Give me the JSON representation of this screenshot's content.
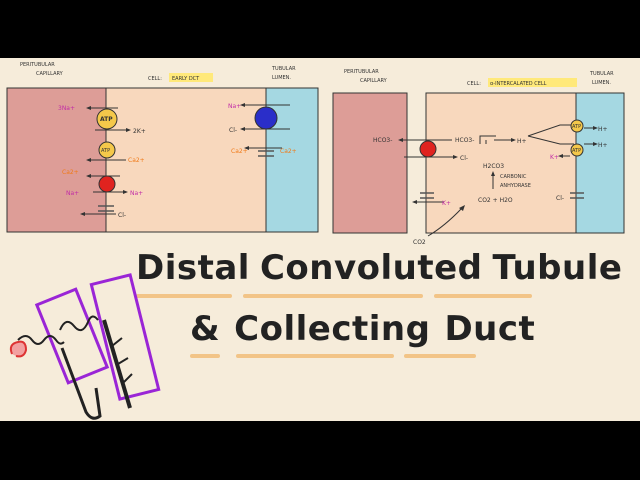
{
  "left_diagram": {
    "capillary_label_1": "PERITUBULAR",
    "capillary_label_2": "CAPILLARY",
    "cell_label_prefix": "CELL:",
    "cell_label_highlight": "EARLY DCT",
    "lumen_label_1": "TUBULAR",
    "lumen_label_2": "LUMEN.",
    "ions": {
      "na3": "3Na+",
      "k2": "2K+",
      "ca_in_left": "Ca2+",
      "ca_in_right": "Ca2+",
      "na_left": "Na+",
      "na_right": "Na+",
      "cl_basal": "Cl-",
      "na_lumen": "Na+",
      "cl_lumen": "Cl-",
      "ca_lumen_left": "Ca2+",
      "ca_lumen_right": "Ca2+"
    },
    "pump_label": "ATP",
    "pump2_label": "ATP"
  },
  "right_diagram": {
    "capillary_label_1": "PERITUBULAR",
    "capillary_label_2": "CAPILLARY",
    "cell_label_prefix": "CELL:",
    "cell_label_highlight": "α-INTERCALATED CELL",
    "lumen_label_1": "TUBULAR",
    "lumen_label_2": "LUMEN.",
    "ions": {
      "hco3_cap": "HCO3-",
      "hco3_cell": "HCO3-",
      "h_cell": "H+",
      "cl_cell": "Cl-",
      "h2co3": "H2CO3",
      "enzyme_1": "CARBONIC",
      "enzyme_2": "ANHYDRASE",
      "co2_h2o": "CO2 + H2O",
      "k_basal": "K+",
      "k_lumen": "K+",
      "h_lumen_1": "H+",
      "h_lumen_2": "H+",
      "cl_lumen": "Cl-",
      "co2_out": "CO2"
    },
    "atp_1": "ATP",
    "atp_2": "ATP"
  },
  "title": {
    "line1_word1": "Distal",
    "line1_word2": "Convoluted",
    "line1_word3": "Tubule",
    "line2_word1": "&",
    "line2_word2": "Collecting",
    "line2_word3": "Duct"
  },
  "colors": {
    "capillary": "#dd9d97",
    "cell": "#f8d8bd",
    "lumen": "#a5d8e2",
    "background": "#f6ecda",
    "underline": "#f2c487",
    "pump_yellow": "#f4c84a",
    "channel_red": "#e0231f",
    "channel_blue": "#2a2ec9",
    "na_magenta": "#c12ca6",
    "ca_orange": "#f07a18",
    "highlight": "#ffe97a",
    "purple_box": "#9a25d6"
  }
}
